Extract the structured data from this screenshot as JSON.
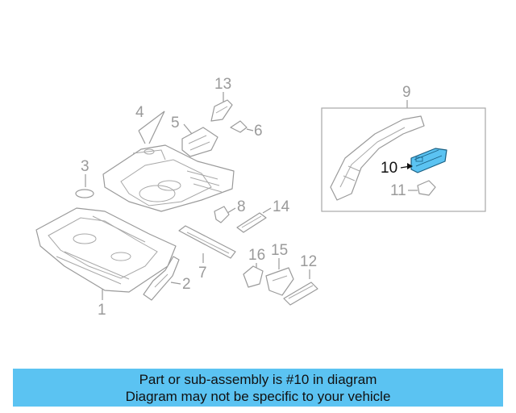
{
  "labels": {
    "p1": "1",
    "p2": "2",
    "p3": "3",
    "p4": "4",
    "p5": "5",
    "p6": "6",
    "p7": "7",
    "p8": "8",
    "p9": "9",
    "p10": "10",
    "p11": "11",
    "p12": "12",
    "p13": "13",
    "p14": "14",
    "p15": "15",
    "p16": "16"
  },
  "highlight": {
    "part_number": "10",
    "color": "#5bc3f2"
  },
  "banner": {
    "line1": "Part or sub-assembly is #10 in diagram",
    "line2": "Diagram may not be specific to your vehicle",
    "color": "#5bc3f2"
  }
}
